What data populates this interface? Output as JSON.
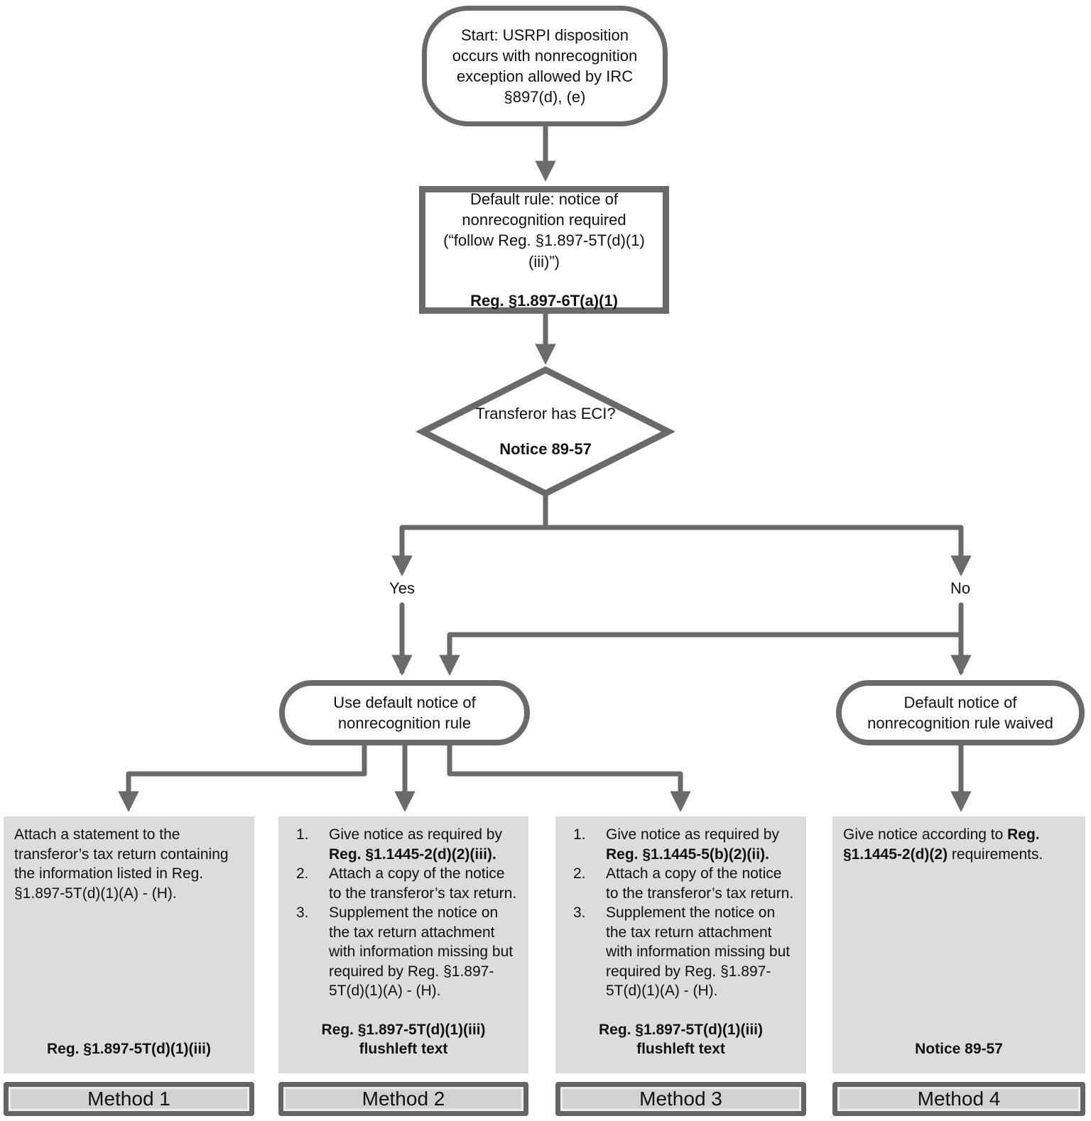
{
  "colors": {
    "line": "#6a6a6a",
    "node_border": "#6a6a6a",
    "method_box_fill": "#dcdcdc",
    "method_label_fill": "#d2d2d2",
    "text": "#111111"
  },
  "nodes": {
    "start": {
      "text": "Start: USRPI disposition occurs with nonrecognition exception allowed by IRC §897(d), (e)"
    },
    "default_rule": {
      "text": "Default rule: notice of nonrecognition required (“follow Reg. §1.897-5T(d)(1)(iii)”)",
      "citation": "Reg. §1.897-6T(a)(1)"
    },
    "decision": {
      "question": "Transferor has ECI?",
      "citation": "Notice 89-57"
    },
    "yes_label": "Yes",
    "no_label": "No",
    "use_default": {
      "text": "Use default notice of nonrecognition rule"
    },
    "waived": {
      "text": "Default notice of nonrecognition rule waived"
    }
  },
  "methods": [
    {
      "body": "Attach a statement to the transferor’s tax return containing the information listed in Reg. §1.897-5T(d)(1)(A) - (H).",
      "citation": "Reg. §1.897-5T(d)(1)(iii)",
      "citation2": "",
      "label": "Method 1"
    },
    {
      "numbers": [
        "1.",
        "2.",
        "3."
      ],
      "items": [
        {
          "pre": "Give notice as required by ",
          "bold": "Reg. §1.1445-2(d)(2)(iii).",
          "post": ""
        },
        {
          "pre": "Attach a copy of the notice to the transferor’s tax return.",
          "bold": "",
          "post": ""
        },
        {
          "pre": "Supplement the notice on the tax return attachment with information missing but required by Reg. §1.897-5T(d)(1)(A) - (H).",
          "bold": "",
          "post": ""
        }
      ],
      "citation": "Reg. §1.897-5T(d)(1)(iii)",
      "citation2": "flushleft text",
      "label": "Method 2"
    },
    {
      "numbers": [
        "1.",
        "2.",
        "3."
      ],
      "items": [
        {
          "pre": "Give notice as required by ",
          "bold": "Reg. §1.1445-5(b)(2)(ii).",
          "post": ""
        },
        {
          "pre": "Attach a copy of the notice to the transferor’s tax return.",
          "bold": "",
          "post": ""
        },
        {
          "pre": "Supplement the notice on the tax return attachment with information missing but required by Reg. §1.897-5T(d)(1)(A) - (H).",
          "bold": "",
          "post": ""
        }
      ],
      "citation": "Reg. §1.897-5T(d)(1)(iii)",
      "citation2": "flushleft text",
      "label": "Method 3"
    },
    {
      "pre": "Give notice according to ",
      "bold": "Reg. §1.1445-2(d)(2)",
      "post": " requirements.",
      "citation": "Notice 89-57",
      "citation2": "",
      "label": "Method 4"
    }
  ]
}
